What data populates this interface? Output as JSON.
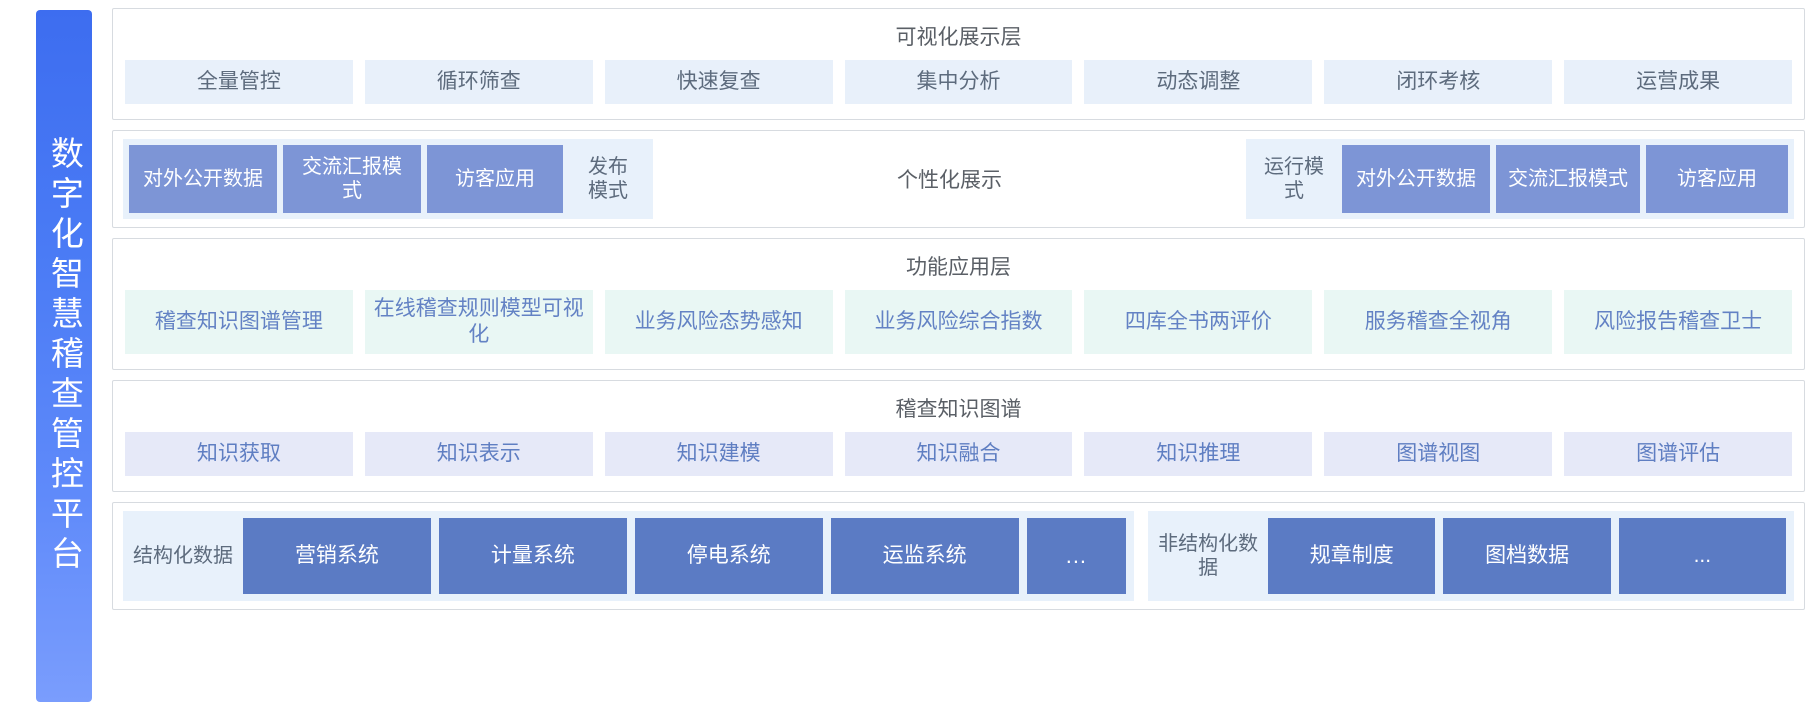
{
  "banner": {
    "title": "数字化智慧稽查管控平台"
  },
  "colors": {
    "banner_gradient_start": "#3d6df0",
    "banner_gradient_end": "#7a9dfd",
    "chip_blue_bg": "#e8f0fa",
    "chip_blue_text": "#5d6b7d",
    "chip_mint_bg": "#e9f7f4",
    "chip_mint_text": "#6382c4",
    "chip_lavender_bg": "#e6e9f8",
    "chip_lavender_text": "#5f7ec2",
    "solid_blue_bg": "#7d95d6",
    "data_box_bg": "#5b7bc4",
    "panel_border": "#d7dbe0",
    "group_band_bg": "#e8f1fb",
    "title_text": "#5a5f66"
  },
  "layers": [
    {
      "id": "visualization-presentation",
      "title": "可视化展示层",
      "items": [
        "全量管控",
        "循环筛查",
        "快速复查",
        "集中分析",
        "动态调整",
        "闭环考核",
        "运营成果"
      ]
    },
    {
      "id": "personalized-display",
      "center_label": "个性化展示",
      "left_group": [
        {
          "label": "对外公开数据",
          "style": "solid"
        },
        {
          "label": "交流汇报模式",
          "style": "solid"
        },
        {
          "label": "访客应用",
          "style": "solid"
        },
        {
          "label": "发布模式",
          "style": "ghost"
        }
      ],
      "right_group": [
        {
          "label": "运行模式",
          "style": "ghost"
        },
        {
          "label": "对外公开数据",
          "style": "solid"
        },
        {
          "label": "交流汇报模式",
          "style": "solid"
        },
        {
          "label": "访客应用",
          "style": "solid"
        }
      ]
    },
    {
      "id": "functional-application",
      "title": "功能应用层",
      "items": [
        "稽查知识图谱管理",
        "在线稽查规则模型可视化",
        "业务风险态势感知",
        "业务风险综合指数",
        "四库全书两评价",
        "服务稽查全视角",
        "风险报告稽查卫士"
      ]
    },
    {
      "id": "audit-knowledge-graph",
      "title": "稽查知识图谱",
      "items": [
        "知识获取",
        "知识表示",
        "知识建模",
        "知识融合",
        "知识推理",
        "图谱视图",
        "图谱评估"
      ]
    },
    {
      "id": "data-sources",
      "structured": {
        "label": "结构化数据",
        "items": [
          "营销系统",
          "计量系统",
          "停电系统",
          "运监系统",
          "..."
        ]
      },
      "unstructured": {
        "label": "非结构化数据",
        "items": [
          "规章制度",
          "图档数据",
          "..."
        ]
      }
    }
  ]
}
